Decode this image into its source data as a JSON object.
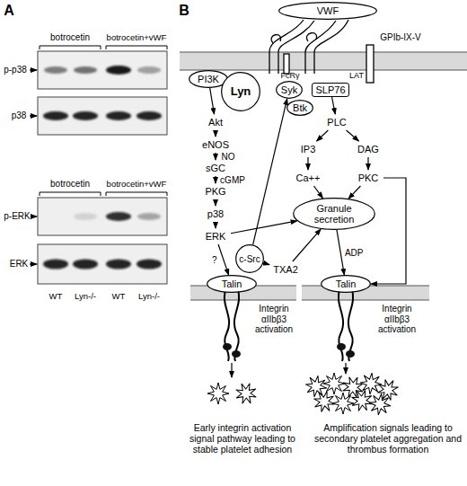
{
  "diagram": {
    "nodes": [
      {
        "text": [
          "VWF"
        ]
      },
      {
        "text": [
          "PI3K"
        ]
      },
      {
        "text": [
          "Lyn"
        ]
      },
      {
        "text": [
          "Syk"
        ]
      },
      {
        "text": [
          "Btk"
        ]
      },
      {
        "text": [
          "SLP76"
        ]
      },
      {
        "text": [
          "Akt"
        ]
      },
      {
        "text": [
          "eNOS"
        ]
      },
      {
        "text": [
          "sGC"
        ]
      },
      {
        "text": [
          "PKG"
        ]
      },
      {
        "text": [
          "p38"
        ]
      },
      {
        "text": [
          "ERK"
        ]
      },
      {
        "text": [
          "PLC"
        ]
      },
      {
        "text": [
          "IP3"
        ]
      },
      {
        "text": [
          "DAG"
        ]
      },
      {
        "text": [
          "Ca++"
        ]
      },
      {
        "text": [
          "PKC"
        ]
      },
      {
        "text": [
          "Granule secretion"
        ]
      },
      {
        "text": [
          "c-Src"
        ]
      },
      {
        "text": [
          "TXA2"
        ]
      },
      {
        "text": [
          "Talin"
        ]
      },
      {
        "text": [
          "Talin"
        ]
      }
    ],
    "edges": [
      {
        "from": 1,
        "to": 6,
        "arrow": "to"
      },
      {
        "from": 6,
        "to": 7,
        "arrow": "to"
      },
      {
        "from": 7,
        "to": 8,
        "label": "NO",
        "arrow": "to"
      },
      {
        "from": 8,
        "to": 9,
        "label": "cGMP",
        "arrow": "to"
      },
      {
        "from": 9,
        "to": 10,
        "arrow": "to"
      },
      {
        "from": 10,
        "to": 11,
        "arrow": "to"
      },
      {
        "from": 11,
        "to": 17,
        "arrow": "to"
      },
      {
        "from": 11,
        "to": 20,
        "label": "?",
        "arrow": "to"
      },
      {
        "from": 18,
        "to": 3,
        "arrow": "to"
      },
      {
        "from": 18,
        "to": 19,
        "arrow": "to"
      },
      {
        "from": 19,
        "to": 17,
        "arrow": "to"
      },
      {
        "from": 5,
        "to": 12,
        "arrow": "to"
      },
      {
        "from": 12,
        "to": 13,
        "arrow": "to"
      },
      {
        "from": 12,
        "to": 14,
        "arrow": "to"
      },
      {
        "from": 13,
        "to": 15,
        "arrow": "to"
      },
      {
        "from": 14,
        "to": 16,
        "arrow": "to"
      },
      {
        "from": 15,
        "to": 17,
        "arrow": "to"
      },
      {
        "from": 16,
        "to": 17,
        "arrow": "to"
      },
      {
        "from": 16,
        "to": 21,
        "arrow": "to"
      },
      {
        "from": 17,
        "to": 21,
        "label": "ADP",
        "arrow": "to"
      }
    ],
    "labels": [
      "A",
      "botrocetin",
      "botrocetin+vWF",
      "p-p38",
      "p38",
      "botrocetin",
      "botrocetin+vWF",
      "p-ERK",
      "ERK",
      "WT",
      "Lyn-/-",
      "WT",
      "Lyn-/-",
      "B",
      "GPIb-IX-V",
      "FcRγ",
      "LAT",
      "Integrin αIIbβ3 activation",
      "Integrin αIIbβ3 activation",
      "Early integrin activation signal pathway leading to stable platelet adhesion",
      "Amplification signals leading to secondary platelet aggregation and thrombus formation"
    ]
  }
}
